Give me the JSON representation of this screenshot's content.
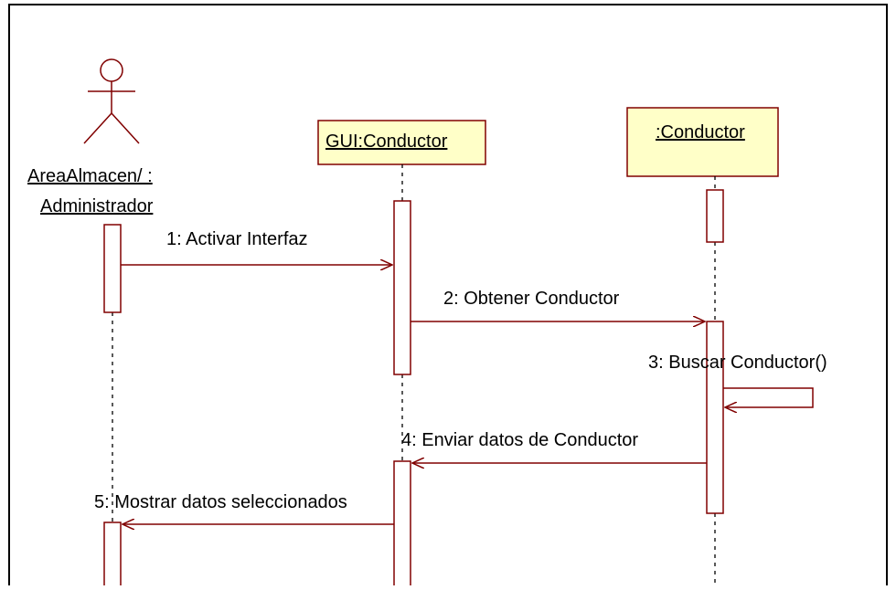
{
  "diagram": {
    "type": "sequence",
    "colors": {
      "line": "#800000",
      "object_fill": "#ffffc8",
      "frame": "#000000",
      "text": "#000000"
    },
    "actor": {
      "icon": "stick-figure-icon",
      "name_line1": "AreaAlmacen/ :",
      "name_line2": "Administrador"
    },
    "objects": [
      {
        "label": "GUI:Conductor"
      },
      {
        "label": ":Conductor"
      }
    ],
    "messages": [
      {
        "label": "1: Activar Interfaz"
      },
      {
        "label": "2: Obtener Conductor"
      },
      {
        "label": "3: Buscar Conductor()"
      },
      {
        "label": "4: Enviar datos de Conductor"
      },
      {
        "label": "5: Mostrar datos seleccionados"
      }
    ]
  }
}
